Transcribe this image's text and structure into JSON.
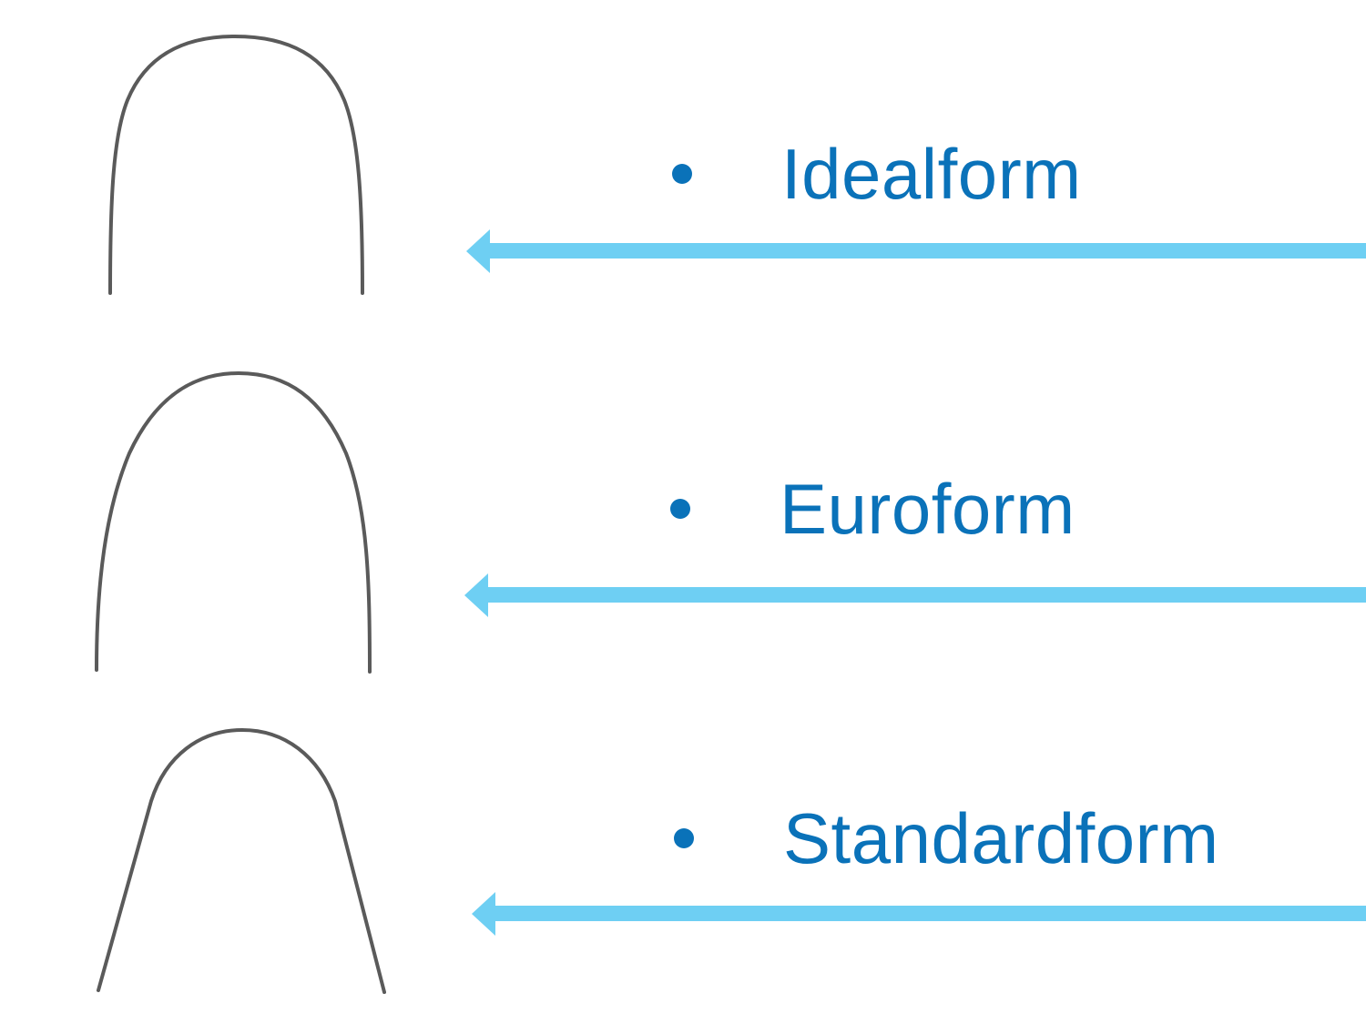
{
  "colors": {
    "label": "#0A72B9",
    "arrow": "#6ECFF3",
    "wire": "#5a5a5a"
  },
  "forms": [
    {
      "label": "Idealform",
      "icon": "arch-wire-ideal-icon"
    },
    {
      "label": "Euroform",
      "icon": "arch-wire-euro-icon"
    },
    {
      "label": "Standardform",
      "icon": "arch-wire-standard-icon"
    }
  ]
}
